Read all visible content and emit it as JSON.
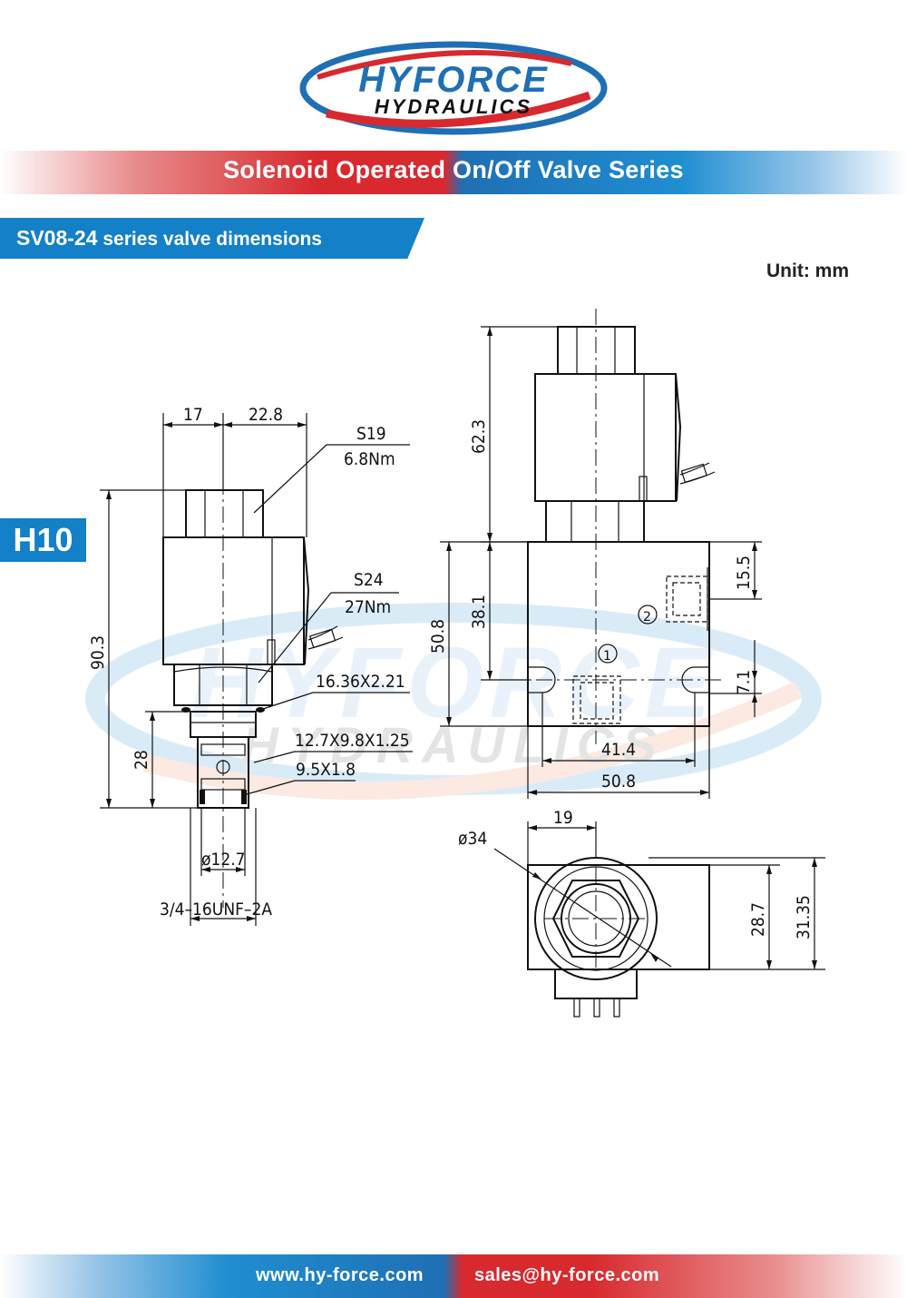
{
  "brand": {
    "line1": "HYFORCE",
    "line2": "HYDRAULICS"
  },
  "banner": {
    "title": "Solenoid Operated On/Off Valve Series"
  },
  "section": {
    "model": "SV08-24",
    "title": " series valve dimensions"
  },
  "unit": "Unit: mm",
  "tab": "H10",
  "dims": {
    "d17": "17",
    "d22_8": "22.8",
    "s19": "S19",
    "t6_8": "6.8Nm",
    "s24": "S24",
    "t27": "27Nm",
    "d90_3": "90.3",
    "d28": "28",
    "oring1": "16.36X2.21",
    "oring2": "12.7X9.8X1.25",
    "oring3": "9.5X1.8",
    "dia12_7": "ø12.7",
    "thread": "3/4–16UNF–2A",
    "d62_3": "62.3",
    "d38_1": "38.1",
    "d50_8v": "50.8",
    "d15_5": "15.5",
    "port2": "2",
    "port1": "1",
    "d7_1": "7.1",
    "d41_4": "41.4",
    "d50_8h": "50.8",
    "d19": "19",
    "dia34": "ø34",
    "d28_7": "28.7",
    "d31_35": "31.35"
  },
  "footer": {
    "web": "www.hy-force.com",
    "email": "sales@hy-force.com"
  },
  "colors": {
    "red": "#d8292e",
    "blue": "#1f6fb4",
    "tab_blue": "#1380c7"
  }
}
